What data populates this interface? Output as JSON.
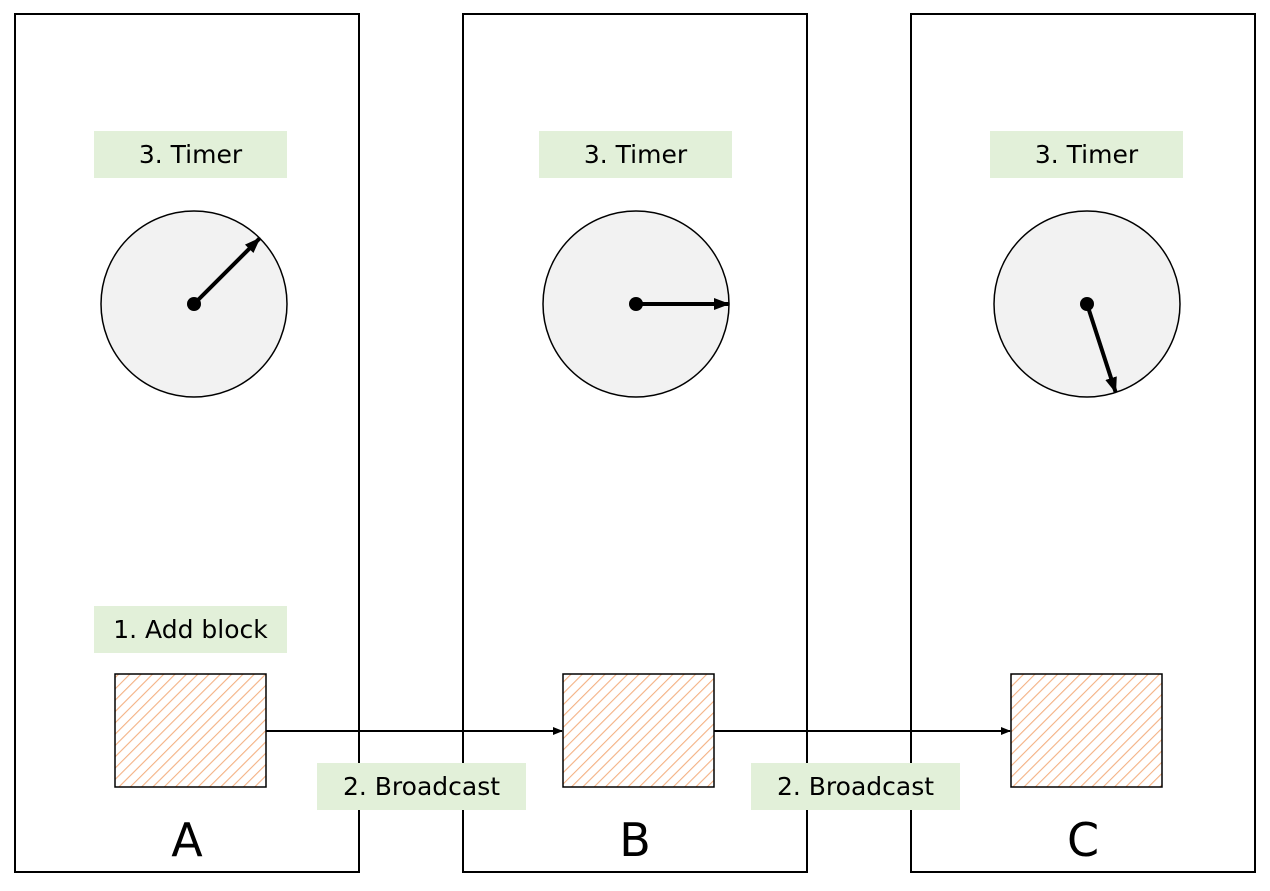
{
  "panels": [
    {
      "letter": "A",
      "timer_label": "3. Timer",
      "clock_hand_angle_deg": 45
    },
    {
      "letter": "B",
      "timer_label": "3. Timer",
      "clock_hand_angle_deg": 90
    },
    {
      "letter": "C",
      "timer_label": "3. Timer",
      "clock_hand_angle_deg": 162
    }
  ],
  "add_block_label": "1. Add block",
  "broadcast_labels": [
    "2. Broadcast",
    "2. Broadcast"
  ],
  "colors": {
    "label_bg": "#e2f0d9",
    "clock_fill": "#f2f2f2",
    "block_hatch": "#f4b183",
    "stroke": "#000000"
  }
}
